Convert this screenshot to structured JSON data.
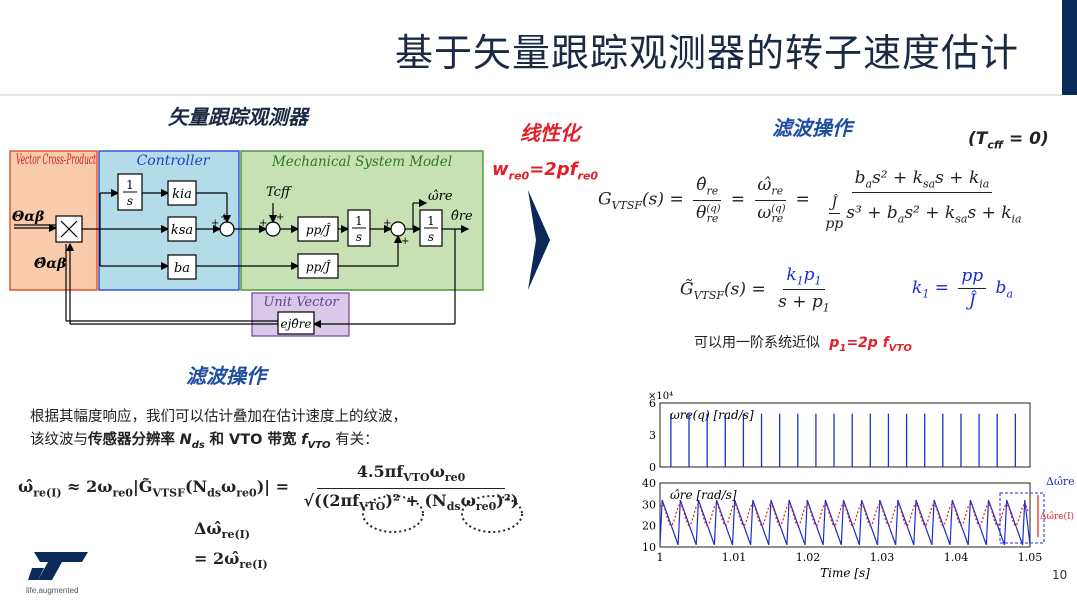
{
  "title": "基于矢量跟踪观测器的转子速度估计",
  "page_number": "10",
  "logo_tagline": "life.augmented",
  "block_diagram": {
    "heading": "矢量跟踪观测器",
    "vcp_label": "Vector Cross-Product",
    "controller_label": "Controller",
    "mech_label": "Mechanical System Model",
    "unit_vector_label": "Unit Vector",
    "in_theta": "Θαβ",
    "in_theta_hat": "Θ̂αβ",
    "int_num": "1",
    "int_den": "s",
    "k_ia": "kia",
    "k_sa": "ksa",
    "b_a": "ba",
    "pp_j": "pp/Ĵ",
    "t_cff": "Tcff",
    "omega_hat": "ω̂re",
    "theta_hat": "θ̂re",
    "exp_label": "ejθ̂re"
  },
  "linearize": {
    "heading": "线性化",
    "w_eq": "wre0=2pfre0"
  },
  "filter_right": {
    "heading": "滤波操作",
    "tcff": "(Tcff = 0)",
    "approx_text": "可以用一阶系统近似",
    "approx_eq": "p1=2p fVTO"
  },
  "filter_left": {
    "heading": "滤波操作",
    "line1": "根据其幅度响应，我们可以估计叠加在估计速度上的纹波，",
    "line2a": "该纹波与",
    "line2b": "传感器分辨率",
    "line2c": "Nds",
    "line2d": "和 VTO 带宽",
    "line2e": "fVTO",
    "line2f": "有关："
  },
  "chart_data": {
    "type": "line",
    "x_label": "Time [s]",
    "x_ticks": [
      "1",
      "1.01",
      "1.02",
      "1.03",
      "1.04",
      "1.05"
    ],
    "xlim": [
      1.0,
      1.05
    ],
    "top_panel": {
      "y_ticks": [
        "0",
        "3",
        "6"
      ],
      "y_scale": "×10⁴",
      "label": "ωre(q) [rad/s]",
      "ylim": [
        0,
        60000
      ],
      "spike_value": 50000,
      "spike_period": 0.00245
    },
    "bottom_panel": {
      "y_ticks": [
        "10",
        "20",
        "30",
        "40"
      ],
      "label": "ω̂re [rad/s]",
      "ylim": [
        10,
        40
      ],
      "ripple_min": 11,
      "ripple_max": 32,
      "mean": 25,
      "ripple_period": 0.00245,
      "annot_outer": "Δω̂re",
      "annot_inner": "Δω̂re(I)"
    },
    "colors": {
      "main": "#1a2fd0",
      "mean": "#e02020"
    }
  }
}
